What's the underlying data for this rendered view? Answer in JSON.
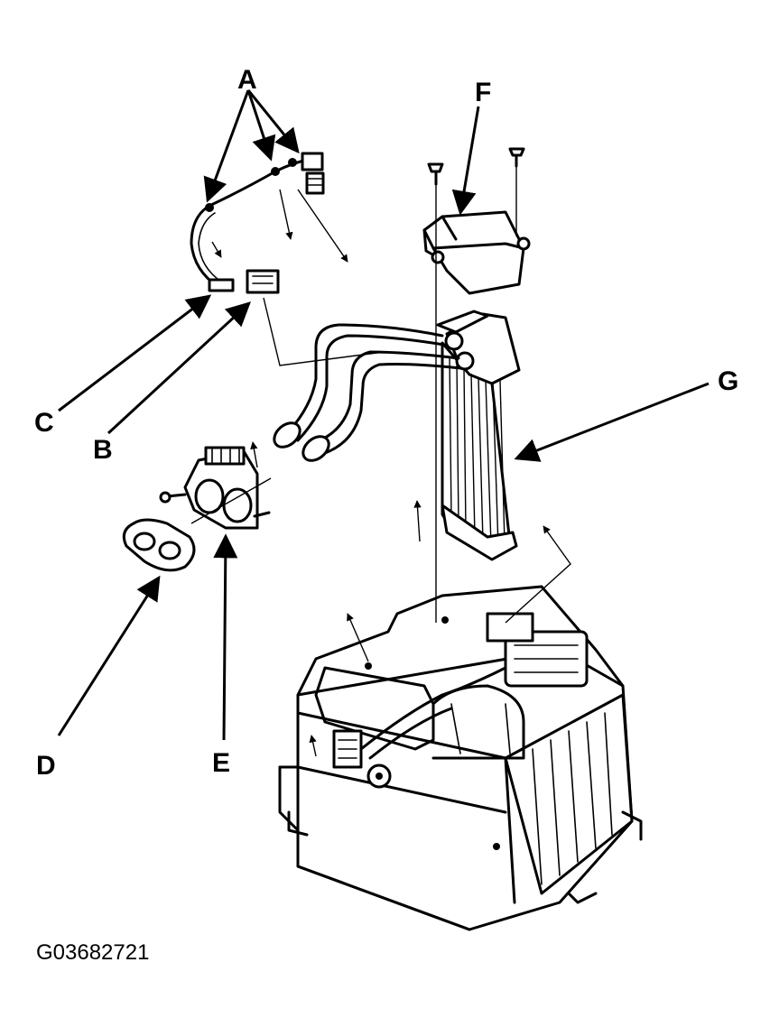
{
  "diagram": {
    "figure_id": "G03682721",
    "callouts": {
      "a": "A",
      "b": "B",
      "c": "C",
      "d": "D",
      "e": "E",
      "f": "F",
      "g": "G"
    }
  }
}
